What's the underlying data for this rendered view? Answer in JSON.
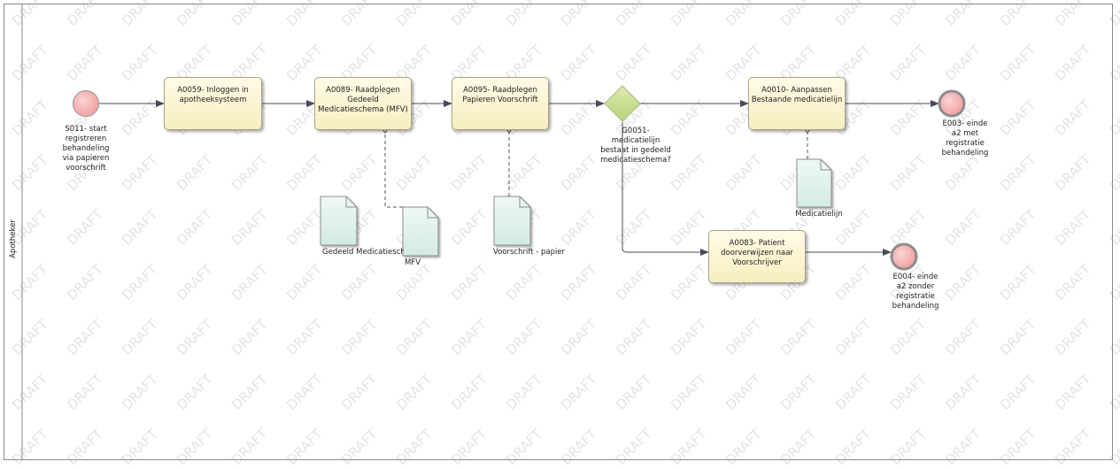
{
  "diagram": {
    "lane": {
      "label": "Apotheker"
    },
    "watermark": "DRAFT",
    "start_event": {
      "label": "S011- start\nregistreren\nbehandeling\nvia papieren\nvoorschrift"
    },
    "tasks": [
      {
        "id": "A0059",
        "label": "A0059- Inloggen in\napotheeksysteem"
      },
      {
        "id": "A0089",
        "label": "A0089- Raadplegen\nGedeeld\nMedicatieschema (MFV)"
      },
      {
        "id": "A0095",
        "label": "A0095- Raadplegen\nPapieren Voorschrift"
      },
      {
        "id": "A0010",
        "label": "A0010- Aanpassen\nBestaande medicatielijn"
      },
      {
        "id": "A0083",
        "label": "A0083- Patient\ndoorverwijzen naar\nVoorschrijver"
      }
    ],
    "gateway": {
      "label": "G0051-\nmedicatielijn\nbestaat in gedeeld\nmedicatieschema?"
    },
    "end_events": [
      {
        "id": "E003",
        "label": "E003- einde\na2 met\nregistratie\nbehandeling"
      },
      {
        "id": "E004",
        "label": "E004- einde\na2 zonder\nregistratie\nbehandeling"
      }
    ],
    "documents": [
      {
        "id": "gedeeld",
        "label": "Gedeeld Medicatieschema"
      },
      {
        "id": "mfv",
        "label": "MFV"
      },
      {
        "id": "voorschrift",
        "label": "Voorschrift - papier"
      },
      {
        "id": "medicatielijn",
        "label": "Medicatielijn"
      }
    ],
    "colors": {
      "event_fill": "#f4a6a6",
      "event_stroke": "#9a9a9a",
      "task_fill": "#fcf5d6",
      "gateway_fill": "#c5dc8c",
      "document_fill": "#d9efe6",
      "flow": "#4a4a5a"
    }
  }
}
